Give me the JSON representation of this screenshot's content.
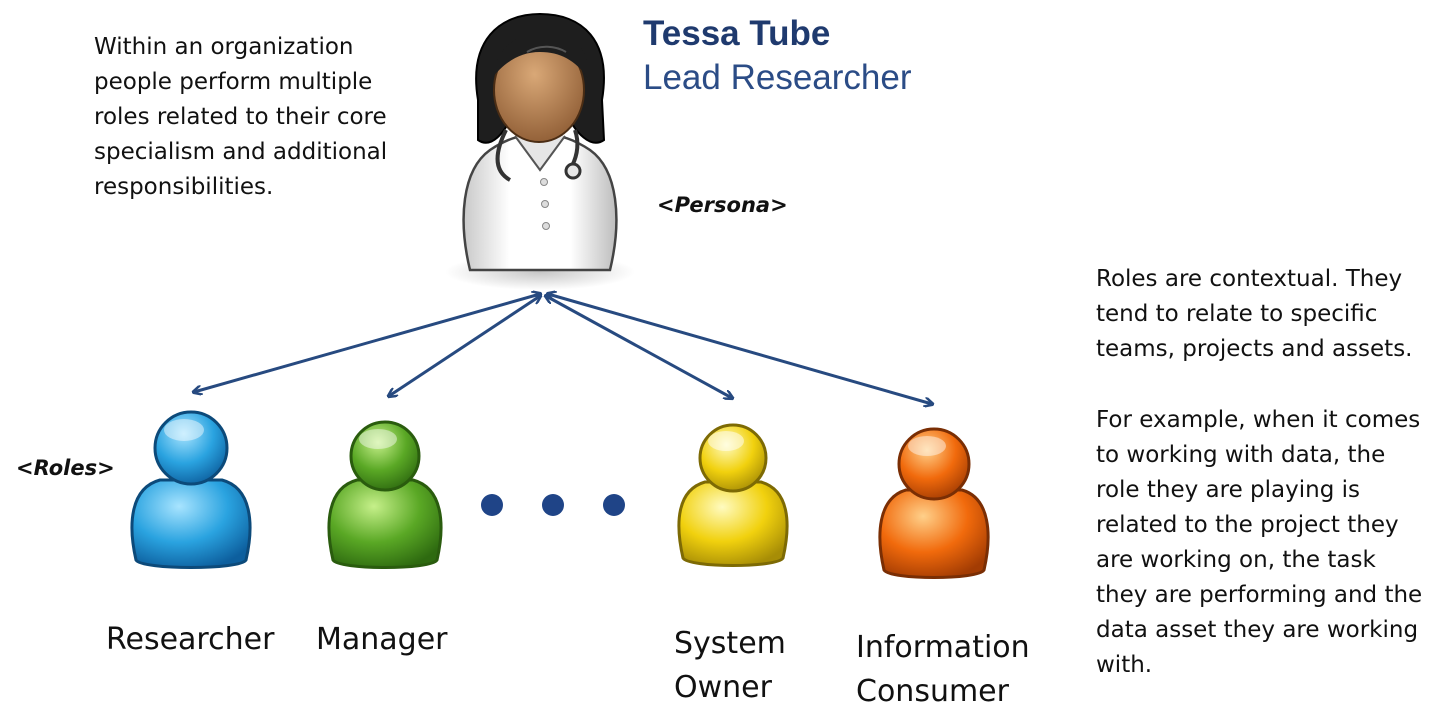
{
  "intro_text": "Within an organization people perform multiple roles related to their core specialism and additional responsibilities.",
  "persona": {
    "name": "Tessa Tube",
    "title": "Lead Researcher",
    "tag": "<Persona>"
  },
  "roles_tag": "<Roles>",
  "roles": [
    {
      "label": "Researcher",
      "color": "#2aa3e0"
    },
    {
      "label": "Manager",
      "color": "#5aa825"
    },
    {
      "label": "System Owner",
      "color": "#f1d10e"
    },
    {
      "label": "Information Consumer",
      "color": "#f16a0c"
    }
  ],
  "side_text": {
    "p1": "Roles are contextual.  They tend to relate to specific teams, projects and assets.",
    "p2": "For example, when it comes to working with data, the role they are playing is related to the project they are working on, the task they are performing and the data asset they are working with."
  },
  "colors": {
    "arrow": "#274a80",
    "dots": "#1f4487",
    "name": "#1f3a6e"
  }
}
